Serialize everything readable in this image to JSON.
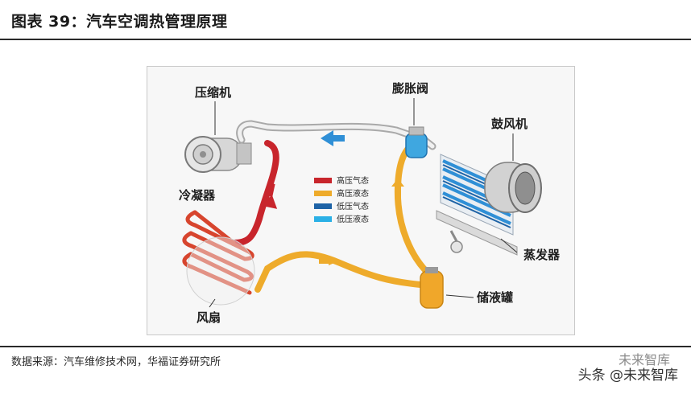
{
  "figure": {
    "title": "图表 39：汽车空调热管理原理",
    "source": "数据来源：汽车维修技术网，华福证券研究所"
  },
  "diagram": {
    "labels": {
      "compressor": "压缩机",
      "expansion_valve": "膨胀阀",
      "blower": "鼓风机",
      "condenser": "冷凝器",
      "evaporator": "蒸发器",
      "receiver_drier": "储液罐",
      "fan": "风扇"
    },
    "legend": [
      {
        "label": "高压气态",
        "color": "#c8252c"
      },
      {
        "label": "高压液态",
        "color": "#eeab2b"
      },
      {
        "label": "低压气态",
        "color": "#1e63a6"
      },
      {
        "label": "低压液态",
        "color": "#2bb0e6"
      }
    ],
    "pipe_colors": {
      "pipe_outline": "#b9b9b9",
      "evaporator_blue": "#2f8fd6"
    }
  },
  "watermark": {
    "faded_text": "未来智库",
    "text": "头条 @未来智库"
  }
}
